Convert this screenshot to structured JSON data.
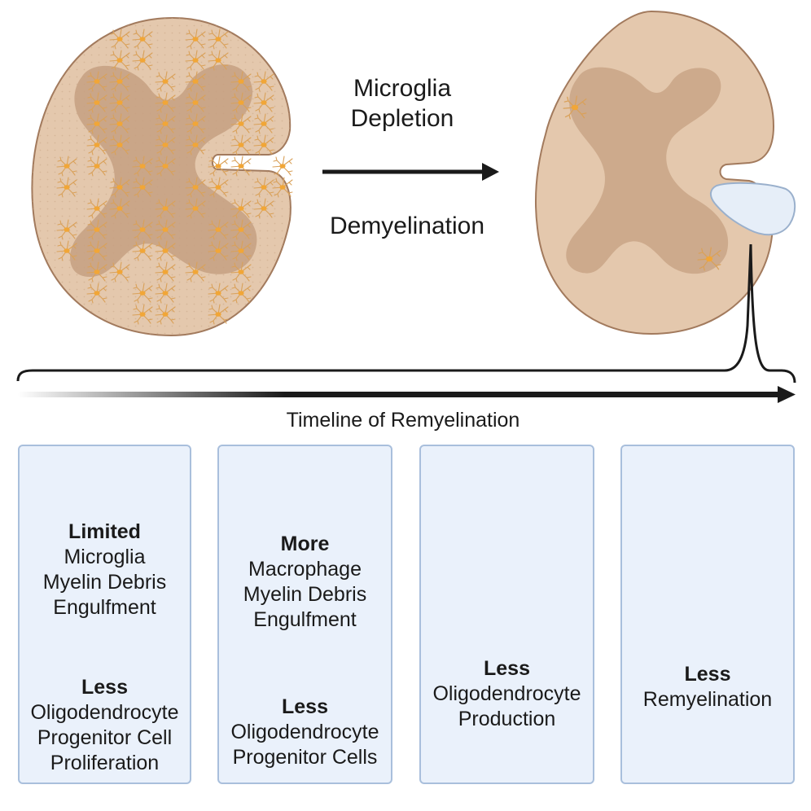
{
  "arrow_labels": {
    "line1": "Microglia",
    "line2": "Depletion",
    "line3": "Demyelination"
  },
  "timeline_label": "Timeline of Remyelination",
  "panels": [
    {
      "g1_bold": "Limited",
      "g1_lines": [
        "Microglia",
        "Myelin Debris",
        "Engulfment"
      ],
      "g2_bold": "Less",
      "g2_lines": [
        "Oligodendrocyte",
        "Progenitor Cell",
        "Proliferation"
      ]
    },
    {
      "g1_bold": "More",
      "g1_lines": [
        "Macrophage",
        "Myelin Debris",
        "Engulfment"
      ],
      "g2_bold": "Less",
      "g2_lines": [
        "Oligodendrocyte",
        "Progenitor Cells"
      ]
    },
    {
      "g1_bold": "Less",
      "g1_lines": [
        "Oligodendrocyte",
        "Production"
      ]
    },
    {
      "g1_bold": "Less",
      "g1_lines": [
        "Remyelination"
      ]
    }
  ],
  "colors": {
    "cord_outer": "#e4c8ad",
    "cord_inner": "#c5a081",
    "microglia": "#e79a3a",
    "lesion": "#e6eef8",
    "box_fill": "#eaf1fb",
    "box_border": "#a9bfdc",
    "oligo": "#3e8a5a",
    "macrophage": "#a58fd8",
    "arrow": "#1a1a1a"
  },
  "icons": [
    "microglia-icon",
    "opc-icon",
    "macrophage-icon",
    "oligodendrocyte-icon",
    "myelinating-oligodendrocyte-icon"
  ]
}
